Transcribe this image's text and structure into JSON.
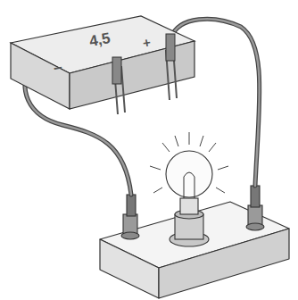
{
  "diagram": {
    "nodes": [
      {
        "text": [
          "4,5",
          "+",
          "−"
        ]
      }
    ]
  }
}
